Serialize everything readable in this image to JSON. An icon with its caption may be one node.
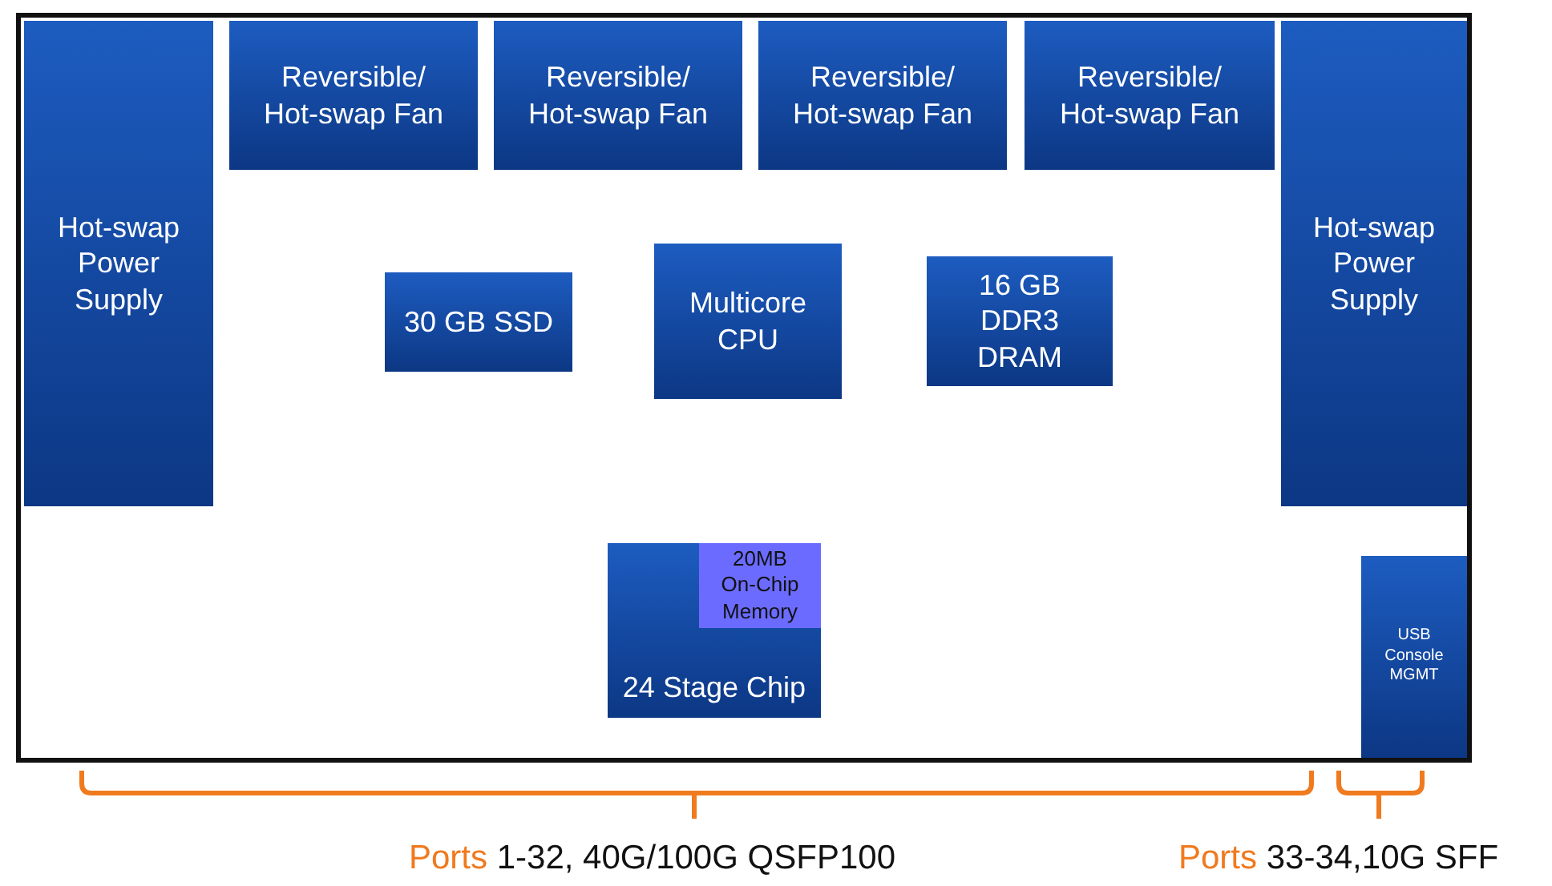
{
  "diagram": {
    "nodes": [
      {
        "text": [],
        "shape": "box"
      },
      {
        "text": [
          "Hot-swap Power Supply"
        ],
        "in": 0
      },
      {
        "text": [
          "Reversible/ Hot-swap Fan"
        ],
        "in": 0
      },
      {
        "text": [
          "Reversible/ Hot-swap Fan"
        ],
        "in": 0
      },
      {
        "text": [
          "Reversible/ Hot-swap Fan"
        ],
        "in": 0
      },
      {
        "text": [
          "Reversible/ Hot-swap Fan"
        ],
        "in": 0
      },
      {
        "text": [
          "Hot-swap Power Supply"
        ],
        "in": 0
      },
      {
        "text": [
          "30 GB SSD"
        ],
        "in": 0
      },
      {
        "text": [
          "Multicore CPU"
        ],
        "in": 0
      },
      {
        "text": [
          "16 GB DDR3 DRAM"
        ],
        "in": 0
      },
      {
        "text": [
          "24 Stage Chip"
        ],
        "in": 0
      },
      {
        "text": [
          "20MB On-Chip Memory"
        ],
        "in": 10
      },
      {
        "text": [
          "USB Console MGMT"
        ],
        "in": 0
      }
    ],
    "edges": [],
    "labels": [
      "Ports 1-32, 40G/100G QSFP100",
      "Ports 33-34,10G SFF"
    ]
  }
}
